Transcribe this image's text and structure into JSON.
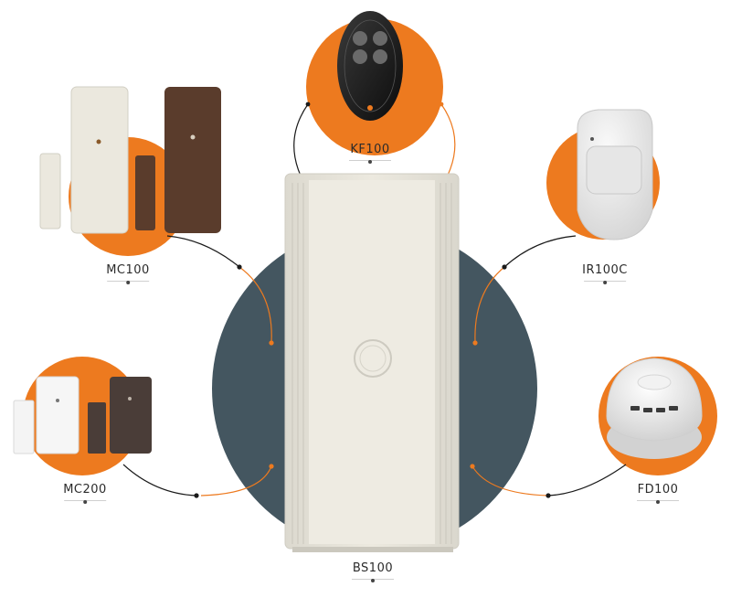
{
  "products": {
    "hub": {
      "label": "BS100"
    },
    "keyfob": {
      "label": "KF100"
    },
    "contact_large": {
      "label": "MC100"
    },
    "contact_small": {
      "label": "MC200"
    },
    "motion": {
      "label": "IR100C"
    },
    "smoke": {
      "label": "FD100"
    }
  },
  "colors": {
    "accent": "#ED7A1F",
    "hub_backdrop": "#445660",
    "device_white": "#EBE8DE",
    "device_brown": "#5A3C2C",
    "connector_dark": "#1a1a1a"
  }
}
